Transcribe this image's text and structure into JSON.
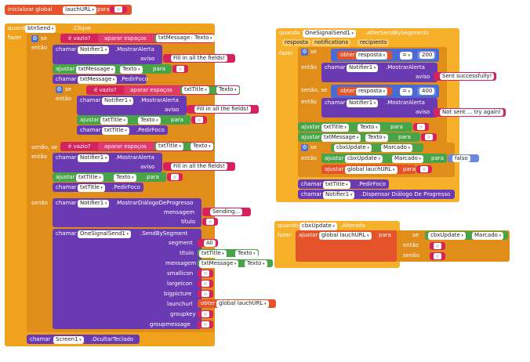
{
  "global_init": {
    "label": "inicializar global",
    "name": "lauchURL",
    "to": "para"
  },
  "btnSend": {
    "when": "quando",
    "component": "btnSend",
    "event": ".Clique",
    "do": "fazer",
    "if": "se",
    "then": "então",
    "elseif": "senão, se",
    "else": "senão",
    "is_empty": "é vazio?",
    "trim": "aparar espaços",
    "txtMessage": "txtMessage",
    "text": "Texto",
    "call": "chamar",
    "notifier": "Notifier1",
    "show_alert": ".MostrarAlerta",
    "notice": "aviso",
    "fill_msg": "Fill in all the fields!",
    "set": "ajustar",
    "to": "para",
    "request_focus": ".PedirFoco",
    "txtTitle": "txtTitle",
    "show_progress": ".MostrarDiálogoDeProgresso",
    "message": "mensagem",
    "sending": "Sending...",
    "title": "título",
    "onesignal": "OneSignalSend1",
    "send_by_segment": ".SendBySegment",
    "segment": "segment",
    "all": "All",
    "titulo": "título",
    "mensagem": "mensagem",
    "smallicon": "smallicon",
    "largeicon": "largeIcon",
    "bigpicture": "bigpicture",
    "launchurl": "launchurl",
    "get": "obter",
    "global_lauchurl": "global lauchURL",
    "groupkey": "groupkey",
    "groupmessage": "groupmessage",
    "screen": "Screen1",
    "hide_keyboard": ".OcultarTeclado"
  },
  "afterSend": {
    "when": "quando",
    "component": "OneSignalSend1",
    "event": ".AfterSendBySegments",
    "p1": "resposta",
    "p2": "notifications",
    "p3": "recipients",
    "do": "fazer",
    "if": "se",
    "then": "então",
    "elseif": "senão, se",
    "get": "obter",
    "resposta": "resposta",
    "eq": "=",
    "v200": "200",
    "v400": "400",
    "call": "chamar",
    "notifier": "Notifier1",
    "show_alert": ".MostrarAlerta",
    "notice": "aviso",
    "ok_msg": "Sent successfully!",
    "fail_msg": "Not sent ... try again!",
    "set": "ajustar",
    "to": "para",
    "txtTitle": "txtTitle",
    "txtMessage": "txtMessage",
    "text": "Texto",
    "chk": "cbxUpdate",
    "checked": "Marcado",
    "false": "falso",
    "global_lauchurl": "global lauchURL",
    "request_focus": ".PedirFoco",
    "dismiss": ".Dispensar Diálogo De Progresso"
  },
  "cbxChanged": {
    "when": "quando",
    "component": "cbxUpdate",
    "event": ".Alterado",
    "do": "fazer",
    "set": "ajustar",
    "global_lauchurl": "global lauchURL",
    "to": "para",
    "if": "se",
    "chk": "cbxUpdate",
    "checked": "Marcado",
    "then": "então",
    "else": "senão"
  }
}
